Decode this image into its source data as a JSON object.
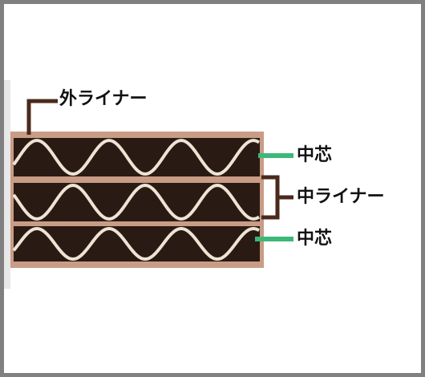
{
  "labels": {
    "outer_liner": "外ライナー",
    "flute_top": "中芯",
    "middle_liner": "中ライナー",
    "flute_bottom": "中芯"
  },
  "colors": {
    "liner": "#c99c86",
    "flute_fill": "#2a1a14",
    "flute_wave": "#ede4d3",
    "bracket_brown": "#4a2a1c",
    "pointer_green": "#3cb878",
    "frame": "#808080"
  }
}
